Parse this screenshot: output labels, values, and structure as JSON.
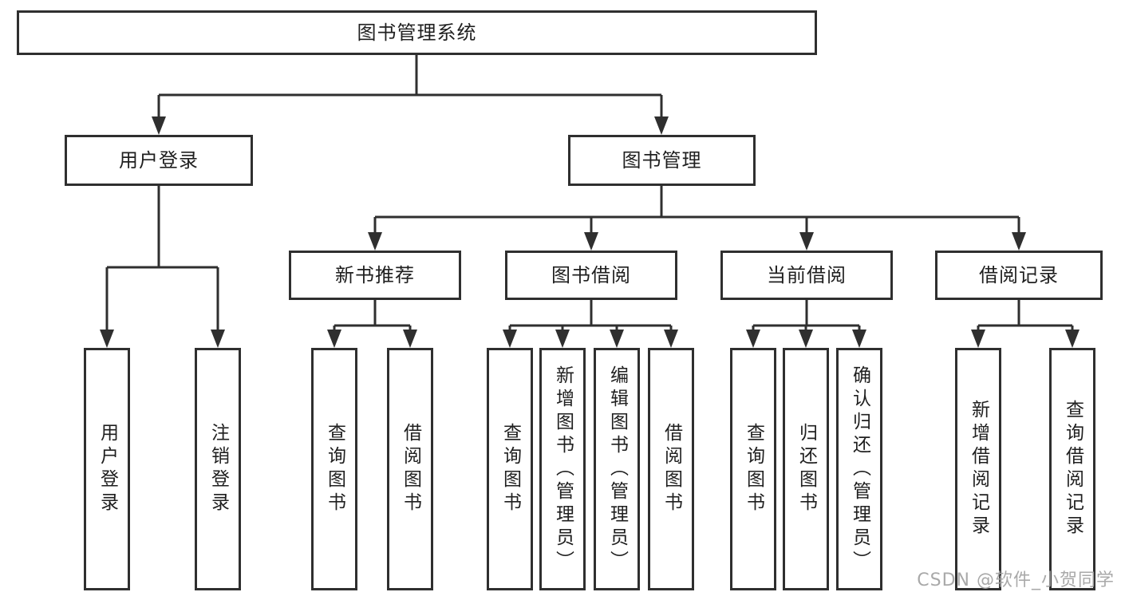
{
  "diagram": {
    "title_node": "图书管理系统",
    "level2": {
      "user_login_group": "用户登录",
      "book_management_group": "图书管理"
    },
    "level3": {
      "new_book_recommend": "新书推荐",
      "book_borrowing": "图书借阅",
      "current_borrowing": "当前借阅",
      "borrowing_records": "借阅记录"
    },
    "leaves": {
      "user_login": "用户登录",
      "logout": "注销登录",
      "query_books_1": "查询图书",
      "borrow_books_1": "借阅图书",
      "query_books_2": "查询图书",
      "add_book_admin": "新增图书（管理员）",
      "edit_book_admin": "编辑图书（管理员）",
      "borrow_books_2": "借阅图书",
      "query_books_3": "查询图书",
      "return_book": "归还图书",
      "confirm_return_admin": "确认归还（管理员）",
      "add_borrow_record": "新增借阅记录",
      "query_borrow_record": "查询借阅记录"
    }
  },
  "watermark": "CSDN @软件_小贺同学",
  "colors": {
    "line": "#2f2f2f",
    "box_background": "#ffffff",
    "text": "#1f1f1f",
    "watermark": "#a2a2a2"
  }
}
